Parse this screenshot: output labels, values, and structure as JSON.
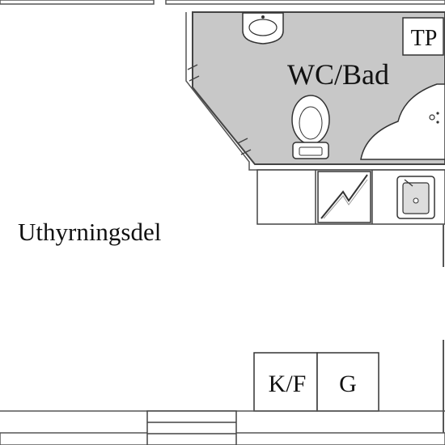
{
  "plan": {
    "rooms": {
      "bath": "WC/Bad",
      "rental": "Uthyrningsdel"
    },
    "fixtures": {
      "tp": "TP",
      "kf": "K/F",
      "g": "G"
    },
    "colors": {
      "bath_fill": "#c8c8c8",
      "wall": "#444444",
      "background": "#ffffff"
    },
    "icons": {
      "sink": "washbasin-icon",
      "toilet": "toilet-icon",
      "stove": "stove-icon",
      "kitchen_sink": "kitchen-sink-icon",
      "shower": "shower-icon"
    }
  }
}
